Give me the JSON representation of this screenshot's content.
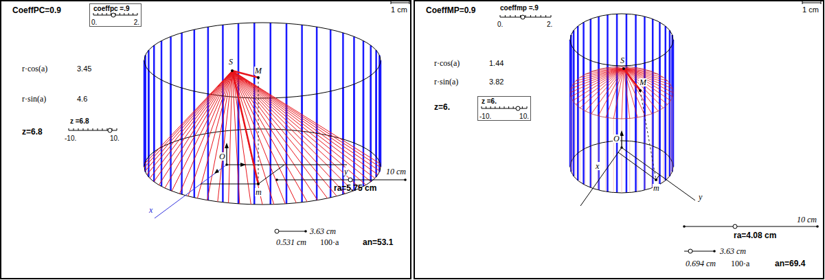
{
  "diagram": {
    "nodes": [
      {
        "text": [
          "coeffpc =.9",
          "0.",
          "2."
        ]
      },
      {
        "text": [
          "z =6.",
          "-10.",
          "10."
        ]
      }
    ],
    "labels": [
      "CoeffPC=0.9",
      "r·cos(a)",
      "3.45",
      "r·sin(a)",
      "4.6",
      "z=6.8",
      "z =6.8",
      "-10.",
      "10.",
      "1 cm",
      "S",
      "M",
      "O",
      "m",
      "x",
      "y",
      "10 cm",
      "ra=5.75 cm",
      "3.63 cm",
      "0.531 cm",
      "100·a",
      "an=53.1",
      "CoeffMP=0.9",
      "coeffmp =.9",
      "0.",
      "2.",
      "r·cos(a)",
      "1.44",
      "r·sin(a)",
      "3.82",
      "z=6.",
      "1 cm",
      "S",
      "M",
      "O",
      "x",
      "m",
      "y",
      "10 cm",
      "ra=4.08 cm",
      "3.63 cm",
      "0.694 cm",
      "100·a",
      "an=69.4"
    ]
  }
}
